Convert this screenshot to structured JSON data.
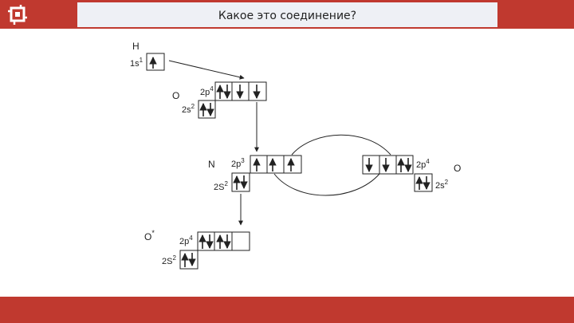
{
  "header": {
    "title": "Какое это соединение?",
    "bar_color": "#c0392f",
    "title_bg": "#eef0f5",
    "logo_icon": "molecule-logo-icon"
  },
  "diagram": {
    "hydrogen": {
      "symbol": "H",
      "orbital_1s": "1s",
      "orbital_1s_sup": "1"
    },
    "oxygen_top": {
      "symbol": "O",
      "orbital_2p": "2p",
      "orbital_2p_sup": "4",
      "orbital_2s": "2s",
      "orbital_2s_sup": "2"
    },
    "nitrogen": {
      "symbol": "N",
      "orbital_2p": "2p",
      "orbital_2p_sup": "3",
      "orbital_2s": "2S",
      "orbital_2s_sup": "2"
    },
    "oxygen_right": {
      "symbol": "O",
      "orbital_2p": "2p",
      "orbital_2p_sup": "4",
      "orbital_2s": "2s",
      "orbital_2s_sup": "2"
    },
    "oxygen_excited": {
      "symbol": "O",
      "symbol_sup": "*",
      "orbital_2p": "2p",
      "orbital_2p_sup": "4",
      "orbital_2s": "2S",
      "orbital_2s_sup": "2"
    }
  }
}
